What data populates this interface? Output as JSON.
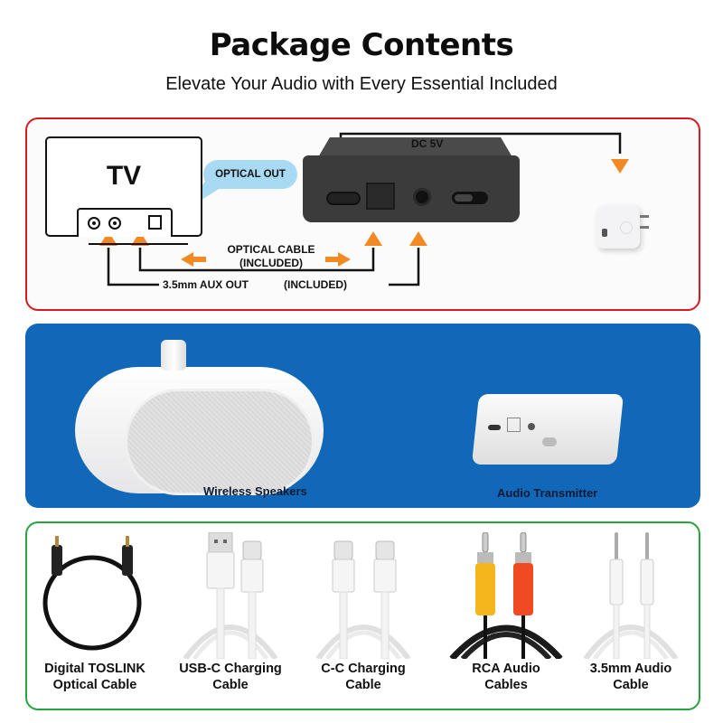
{
  "header": {
    "title": "Package Contents",
    "subtitle": "Elevate Your Audio with Every Essential Included"
  },
  "diagram": {
    "tv_label": "TV",
    "optical_out_label": "OPTICAL OUT",
    "dc_label": "DC 5V",
    "optical_cable_label_line1": "OPTICAL CABLE",
    "optical_cable_label_line2": "(INCLUDED)",
    "aux_out_label": "3.5mm AUX OUT",
    "aux_included_label": "(INCLUDED)",
    "colors": {
      "border": "#d71920",
      "arrow": "#f28a24",
      "bubble": "#a8daf3",
      "line": "#111111"
    }
  },
  "products": {
    "background": "#1168b8",
    "items": [
      {
        "label": "Wireless Speakers"
      },
      {
        "label": "Audio Transmitter"
      }
    ]
  },
  "cables": {
    "border": "#27a33a",
    "items": [
      {
        "line1": "Digital TOSLINK",
        "line2": "Optical Cable"
      },
      {
        "line1": "USB-C Charging",
        "line2": "Cable"
      },
      {
        "line1": "C-C Charging",
        "line2": "Cable"
      },
      {
        "line1": "RCA Audio",
        "line2": "Cables"
      },
      {
        "line1": "3.5mm Audio",
        "line2": "Cable"
      }
    ]
  }
}
